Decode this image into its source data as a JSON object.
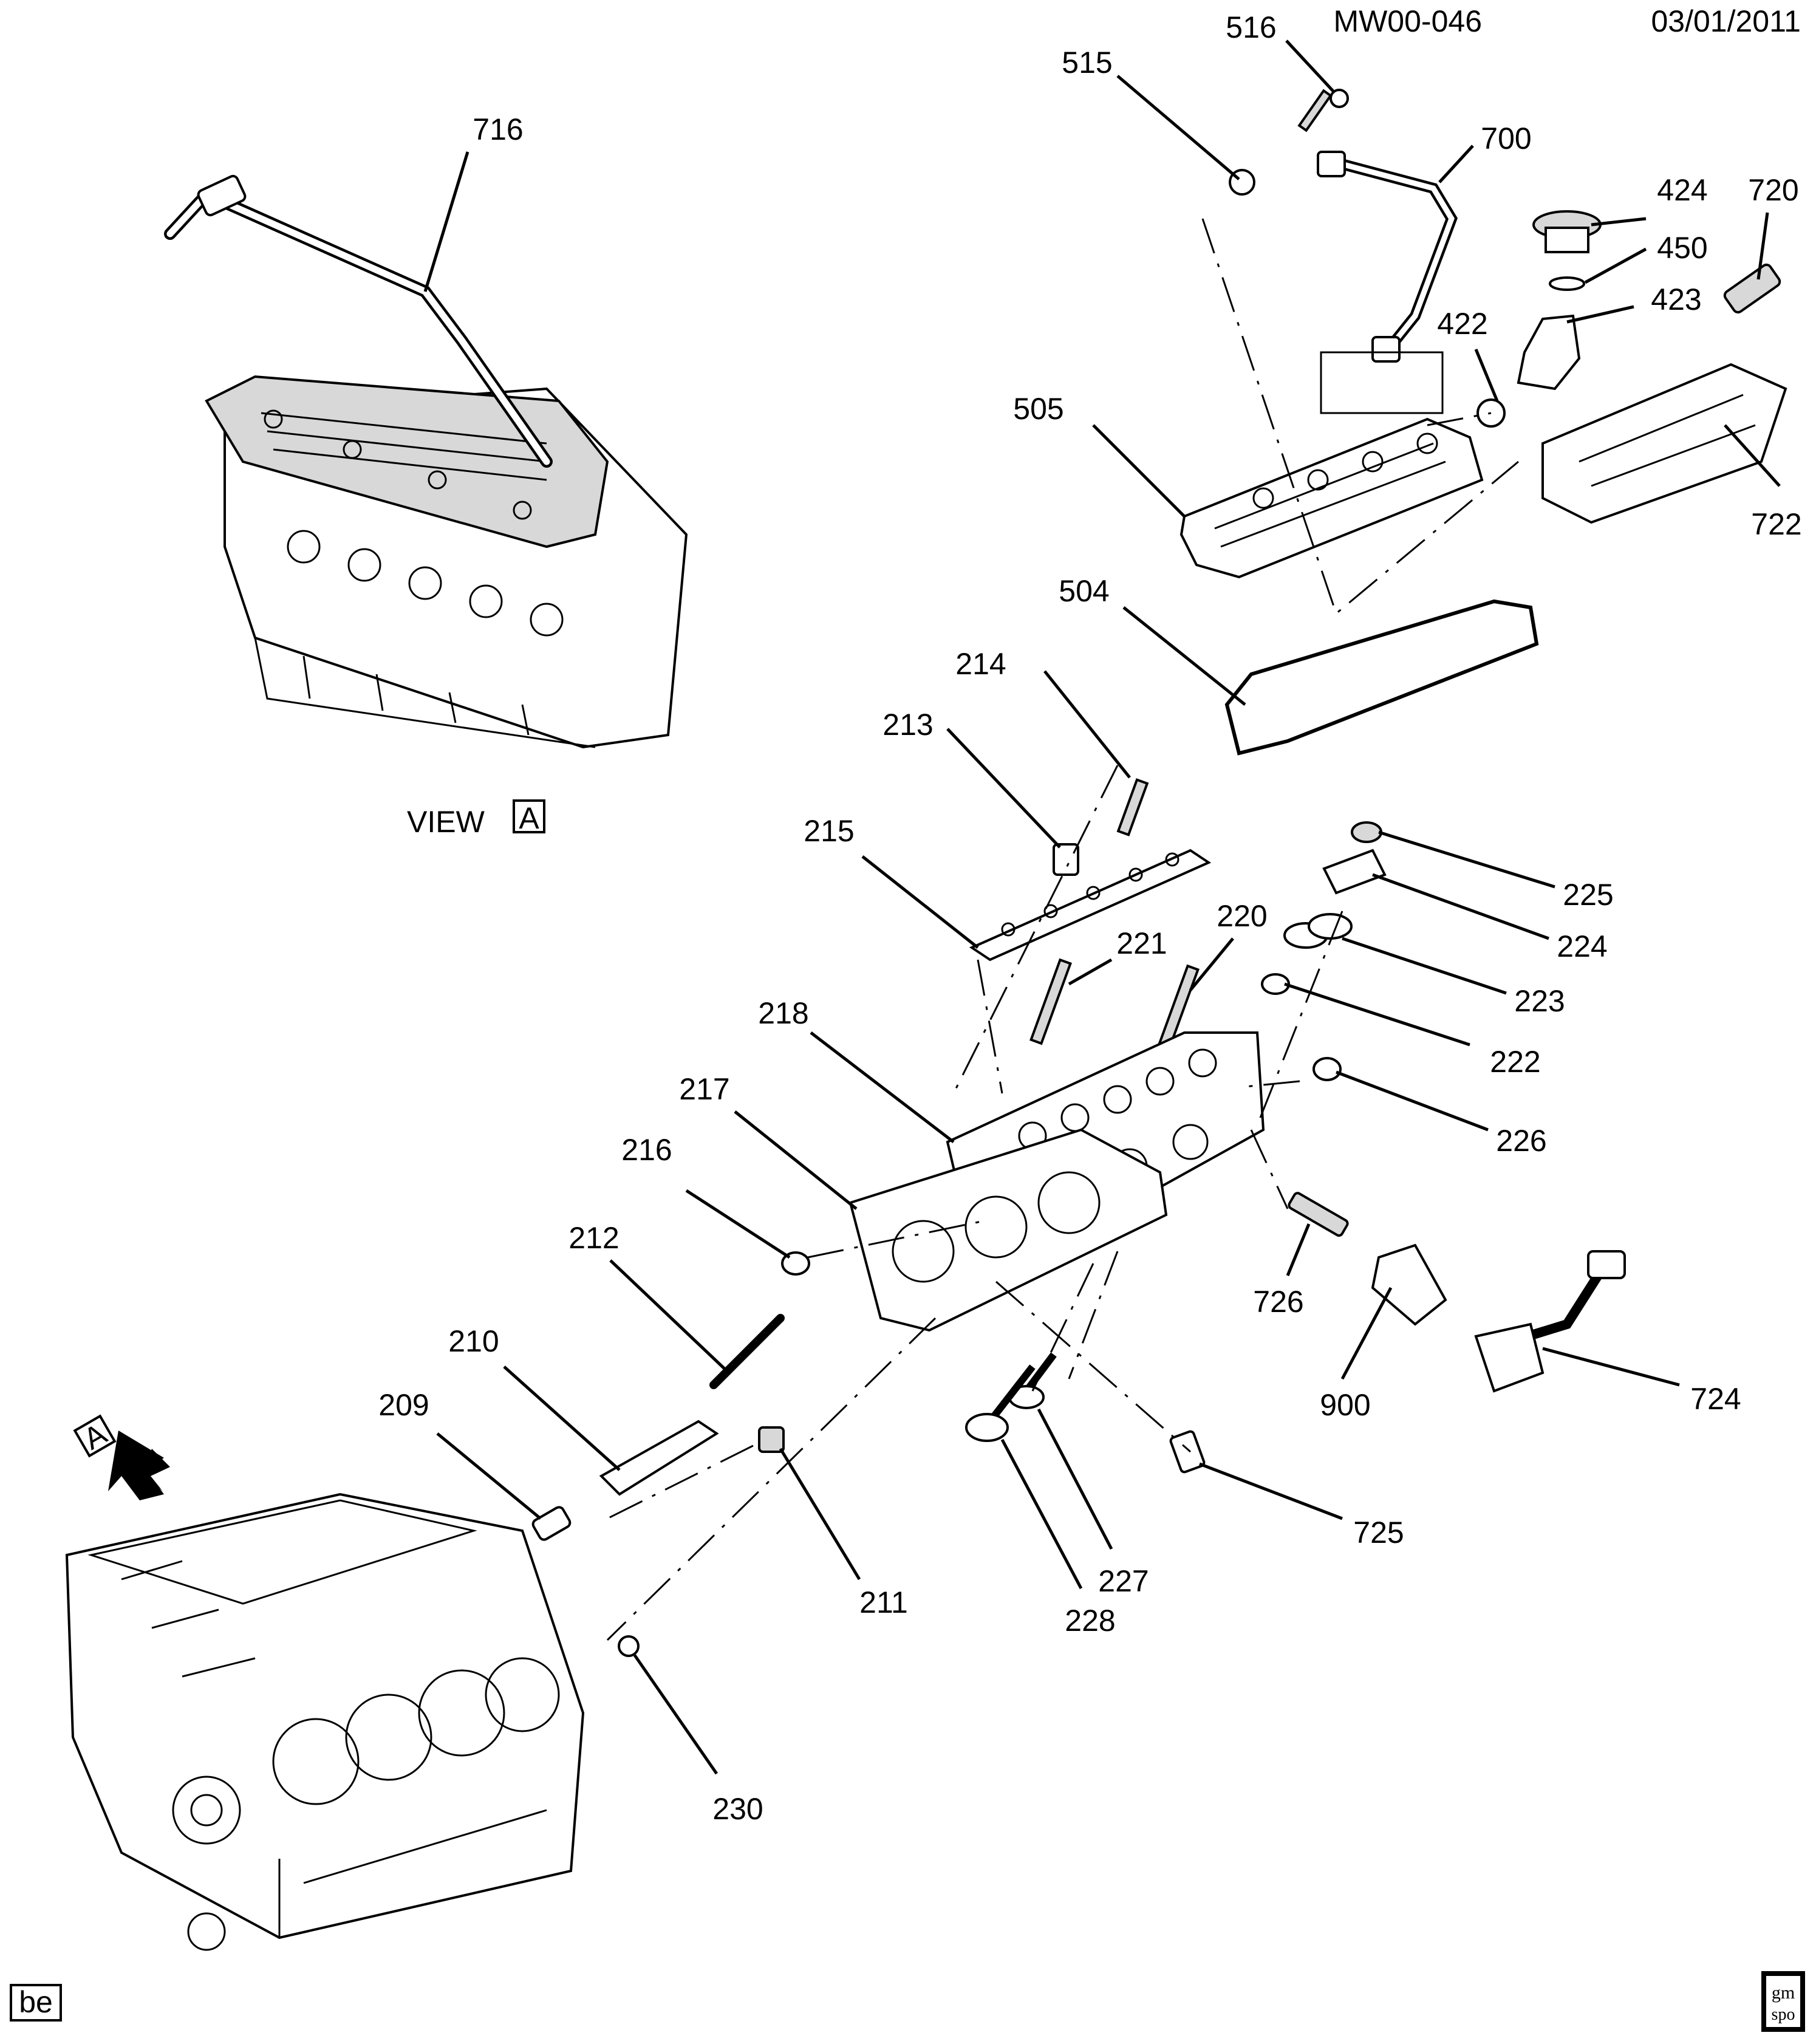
{
  "header": {
    "code": "MW00-046",
    "date": "03/01/2011"
  },
  "view_label": {
    "text": "VIEW",
    "ref": "A"
  },
  "view_arrow_ref": "A",
  "footer": {
    "left_code": "be",
    "logo": "gm-spo-logo",
    "logo_text_top": "gm",
    "logo_text_bottom": "spo"
  },
  "callouts": {
    "c516": "516",
    "c515": "515",
    "c700": "700",
    "c424": "424",
    "c720": "720",
    "c716": "716",
    "c450": "450",
    "c423": "423",
    "c422": "422",
    "c505": "505",
    "c722": "722",
    "c504": "504",
    "c214": "214",
    "c213": "213",
    "c215": "215",
    "c225": "225",
    "c224": "224",
    "c220": "220",
    "c221": "221",
    "c223": "223",
    "c218": "218",
    "c222": "222",
    "c217": "217",
    "c226": "226",
    "c216": "216",
    "c212": "212",
    "c726": "726",
    "c210": "210",
    "c900": "900",
    "c724": "724",
    "c209": "209",
    "c725": "725",
    "c211": "211",
    "c227": "227",
    "c228": "228",
    "c230": "230"
  }
}
